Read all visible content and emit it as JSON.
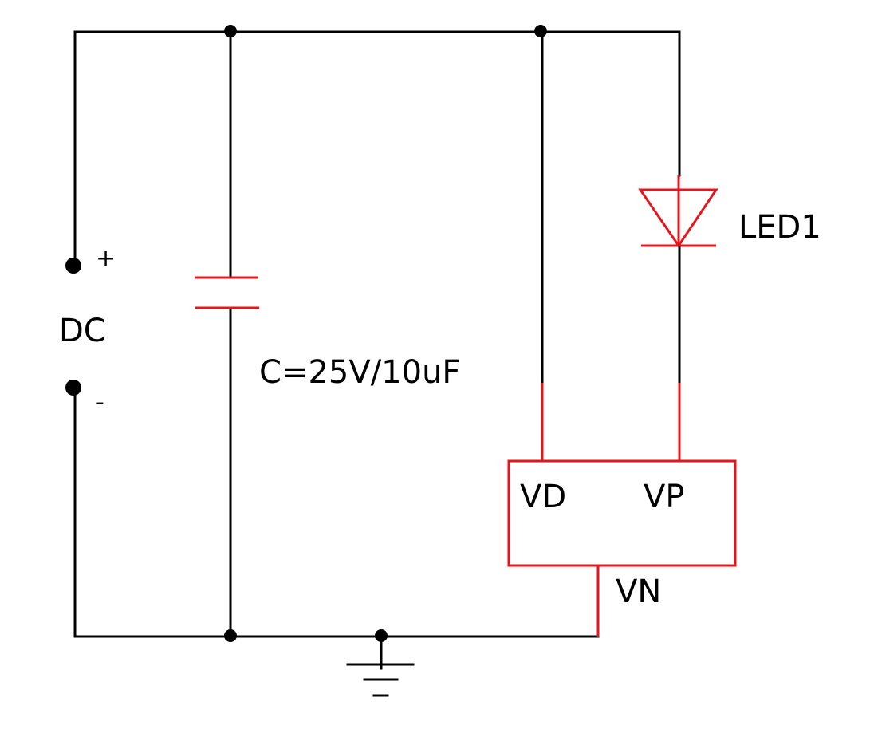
{
  "diagram": {
    "type": "circuit-schematic",
    "colors": {
      "wire": "#000000",
      "component": "#e8141b",
      "background": "#ffffff"
    },
    "source": {
      "label": "DC",
      "positive_symbol": "+",
      "negative_symbol": "-"
    },
    "capacitor": {
      "label": "C=25V/10uF"
    },
    "led": {
      "label": "LED1"
    },
    "module": {
      "pins": {
        "vd": "VD",
        "vp": "VP",
        "vn": "VN"
      }
    },
    "ground": {
      "symbol": "ground"
    }
  }
}
